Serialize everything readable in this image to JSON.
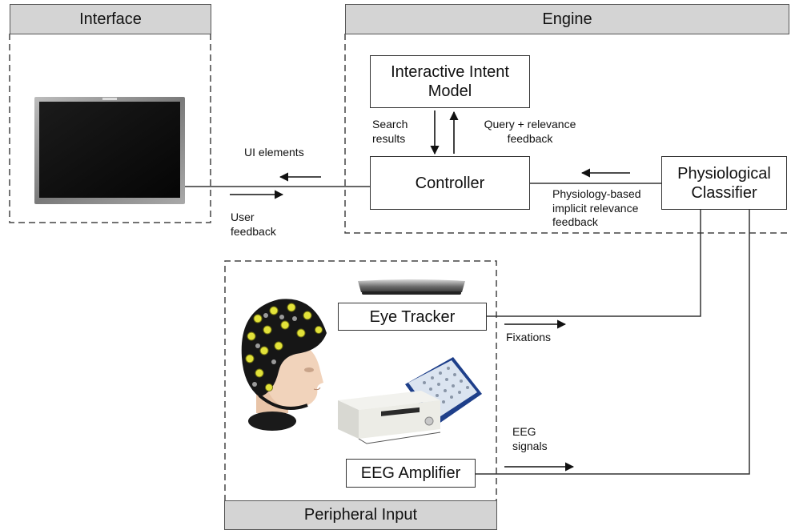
{
  "sections": {
    "interface": "Interface",
    "engine": "Engine",
    "peripheral": "Peripheral Input"
  },
  "boxes": {
    "intent_model": "Interactive Intent Model",
    "controller": "Controller",
    "classifier": "Physiological Classifier",
    "eye_tracker": "Eye Tracker",
    "eeg_amplifier": "EEG Amplifier"
  },
  "labels": {
    "ui_elements": "UI elements",
    "user_feedback": "User feedback",
    "search_results": "Search results",
    "query_relevance": "Query + relevance feedback",
    "physiology_feedback": "Physiology-based implicit relevance feedback",
    "fixations": "Fixations",
    "eeg_signals": "EEG signals"
  },
  "icons": [
    "monitor-icon",
    "eeg-cap-head-icon",
    "eye-tracker-device-icon",
    "eeg-amplifier-device-icon",
    "electrode-box-icon"
  ]
}
